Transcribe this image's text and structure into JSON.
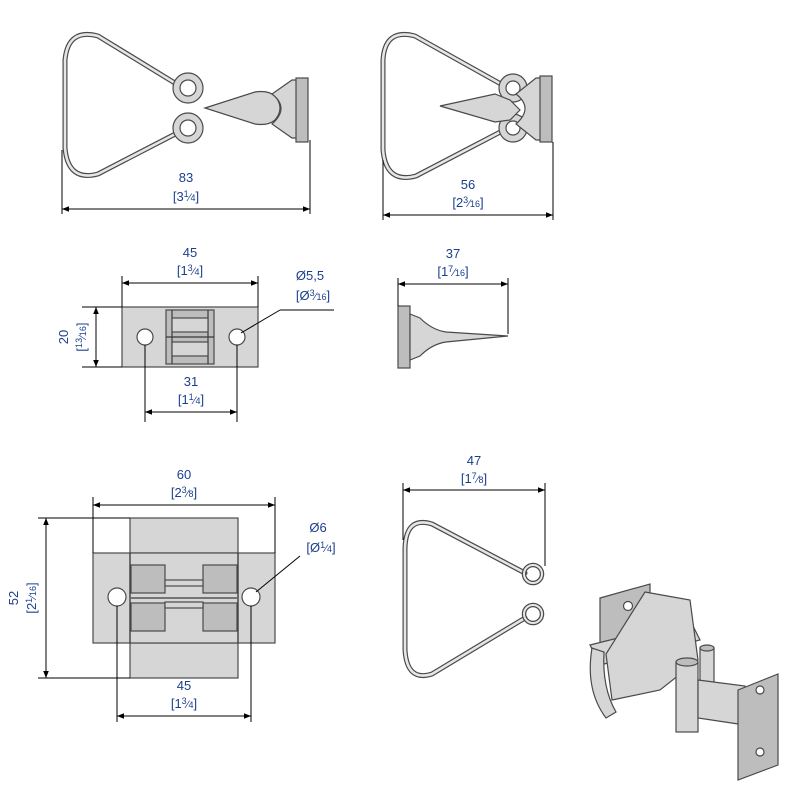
{
  "colors": {
    "dimension_text": "#1c3f8c",
    "part_fill": "#d6d6d6",
    "part_stroke": "#4a4a4a"
  },
  "dims": {
    "d1": {
      "mm": "83",
      "inch_whole": "3",
      "inch_num": "1",
      "inch_den": "4"
    },
    "d2": {
      "mm": "56",
      "inch_whole": "2",
      "inch_num": "3",
      "inch_den": "16"
    },
    "d3": {
      "mm": "45",
      "inch_whole": "1",
      "inch_num": "3",
      "inch_den": "4"
    },
    "d4": {
      "mm": "Ø5,5",
      "inch_prefix": "Ø",
      "inch_num": "3",
      "inch_den": "16"
    },
    "d5": {
      "mm": "20",
      "inch_num": "13",
      "inch_den": "16"
    },
    "d6": {
      "mm": "31",
      "inch_whole": "1",
      "inch_num": "1",
      "inch_den": "4"
    },
    "d7": {
      "mm": "37",
      "inch_whole": "1",
      "inch_num": "7",
      "inch_den": "16"
    },
    "d8": {
      "mm": "60",
      "inch_whole": "2",
      "inch_num": "3",
      "inch_den": "8"
    },
    "d9": {
      "mm": "Ø6",
      "inch_prefix": "Ø",
      "inch_whole": "",
      "inch_num": "1",
      "inch_den": "4"
    },
    "d10": {
      "mm": "52",
      "inch_whole": "2",
      "inch_num": "1",
      "inch_den": "16"
    },
    "d11": {
      "mm": "45",
      "inch_whole": "1",
      "inch_num": "3",
      "inch_den": "4"
    },
    "d12": {
      "mm": "47",
      "inch_whole": "1",
      "inch_num": "7",
      "inch_den": "8"
    }
  }
}
